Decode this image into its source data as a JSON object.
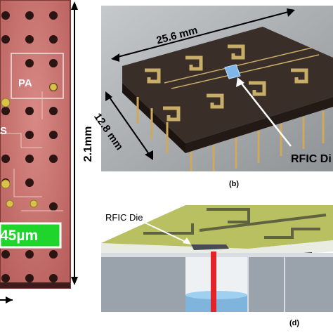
{
  "figure": {
    "panel_a": {
      "dim_height": "2.1mm",
      "block_pa": "PA",
      "block_s": "S",
      "scale_bar": "45µm"
    },
    "panel_b": {
      "caption": "(b)",
      "dim_width": "25.6 mm",
      "dim_depth": "12.8 mm",
      "callout": "RFIC Di"
    },
    "panel_d": {
      "caption": "(d)",
      "callout": "RFIC Die"
    }
  }
}
